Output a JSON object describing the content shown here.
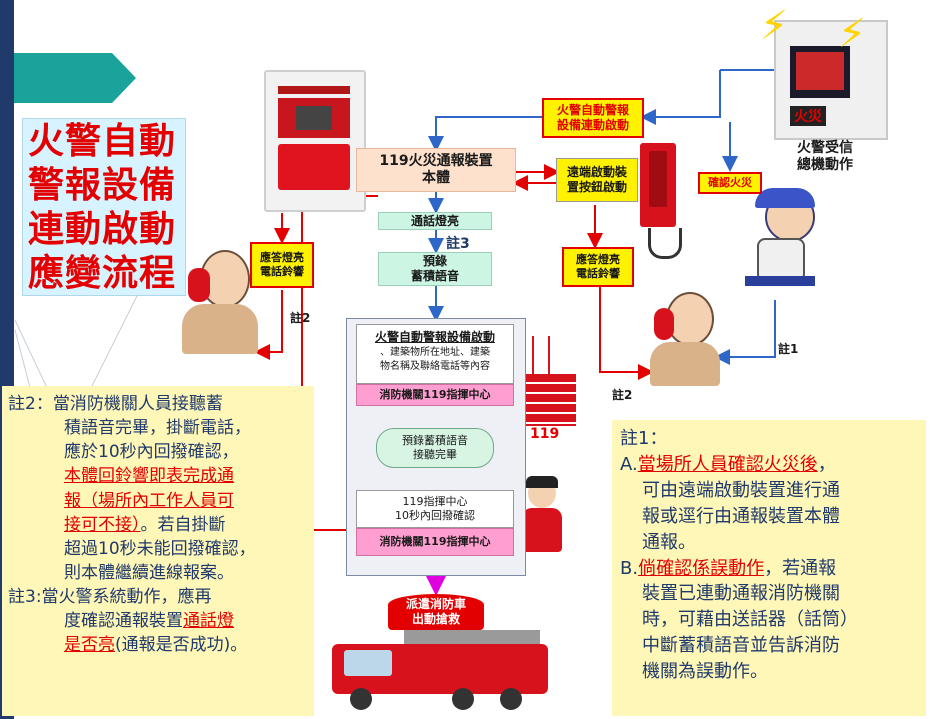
{
  "title": {
    "lines": [
      "火警自動",
      "警報設備",
      "連動啟動",
      "應變流程"
    ]
  },
  "labels": {
    "auto_link": "火警自動警報\n設備連動啟動",
    "device_main": "119火災通報裝置\n本體",
    "remote_start": "遠端啟動裝\n置按鈕啟動",
    "call_light": "通話燈亮",
    "note3_tag": "註3",
    "prerecord": "預錄\n蓄積語音",
    "answer_ring_left": "應答燈亮\n電話鈴響",
    "answer_ring_right": "應答燈亮\n電話鈴響",
    "note2_tag_left": "註2",
    "note2_tag_right": "註2",
    "note1_tag": "註1",
    "confirm_fire": "確認火災",
    "receiver_action": "火警受信\n總機動作",
    "panel_fire": "火災",
    "center_title": "火警自動警報設備啟動",
    "center_content": "、建築物所在地址、建築\n物名稱及聯絡電話等內容",
    "center_119_a": "消防機關119指揮中心",
    "listen_done": "預錄蓄積語音\n接聽完畢",
    "callback": "119指揮中心\n10秒內回撥確認",
    "center_119_b": "消防機關119指揮中心",
    "dispatch": "派遣消防車\n出動搶救",
    "tower_119": "119"
  },
  "note2": {
    "lead": "註2：當消防機關人員接聽蓄",
    "l2": "積語音完畢，掛斷電話，",
    "l3": "應於10秒內回撥確認，",
    "u1": "本體回鈴響即表完成通",
    "u2": "報（場所內工作人員可",
    "u3": "接可不接）",
    "l4": "。若自掛斷",
    "l5": "超過10秒未能回撥確認，",
    "l6": "則本體繼續進線報案。",
    "n3_lead": "註3:當火警系統動作，應再",
    "n3_l2a": "度確認通報裝置",
    "n3_u1": "通話燈",
    "n3_u2": "是否亮",
    "n3_l3": "(通報是否成功)。"
  },
  "note1": {
    "head": "註1：",
    "a_lead": "A.",
    "a_u": "當場所人員確認火災後",
    "a_tail": "，",
    "a2": "可由遠端啟動裝置進行通",
    "a3": "報或逕行由通報裝置本體",
    "a4": "通報。",
    "b_lead": "B.",
    "b_u": "倘確認係誤動作",
    "b_tail": "，若通報",
    "b2": "裝置已連動通報消防機關",
    "b3": "時，可藉由送話器（話筒）",
    "b4": "中斷蓄積語音並告訴消防",
    "b5": "機關為誤動作。"
  },
  "colors": {
    "red": "#e30000",
    "blue": "#2f67c8",
    "teal": "#1aa39b",
    "navy": "#1f3a6b",
    "yellow": "#fff200",
    "pink": "#ff9ed0"
  }
}
